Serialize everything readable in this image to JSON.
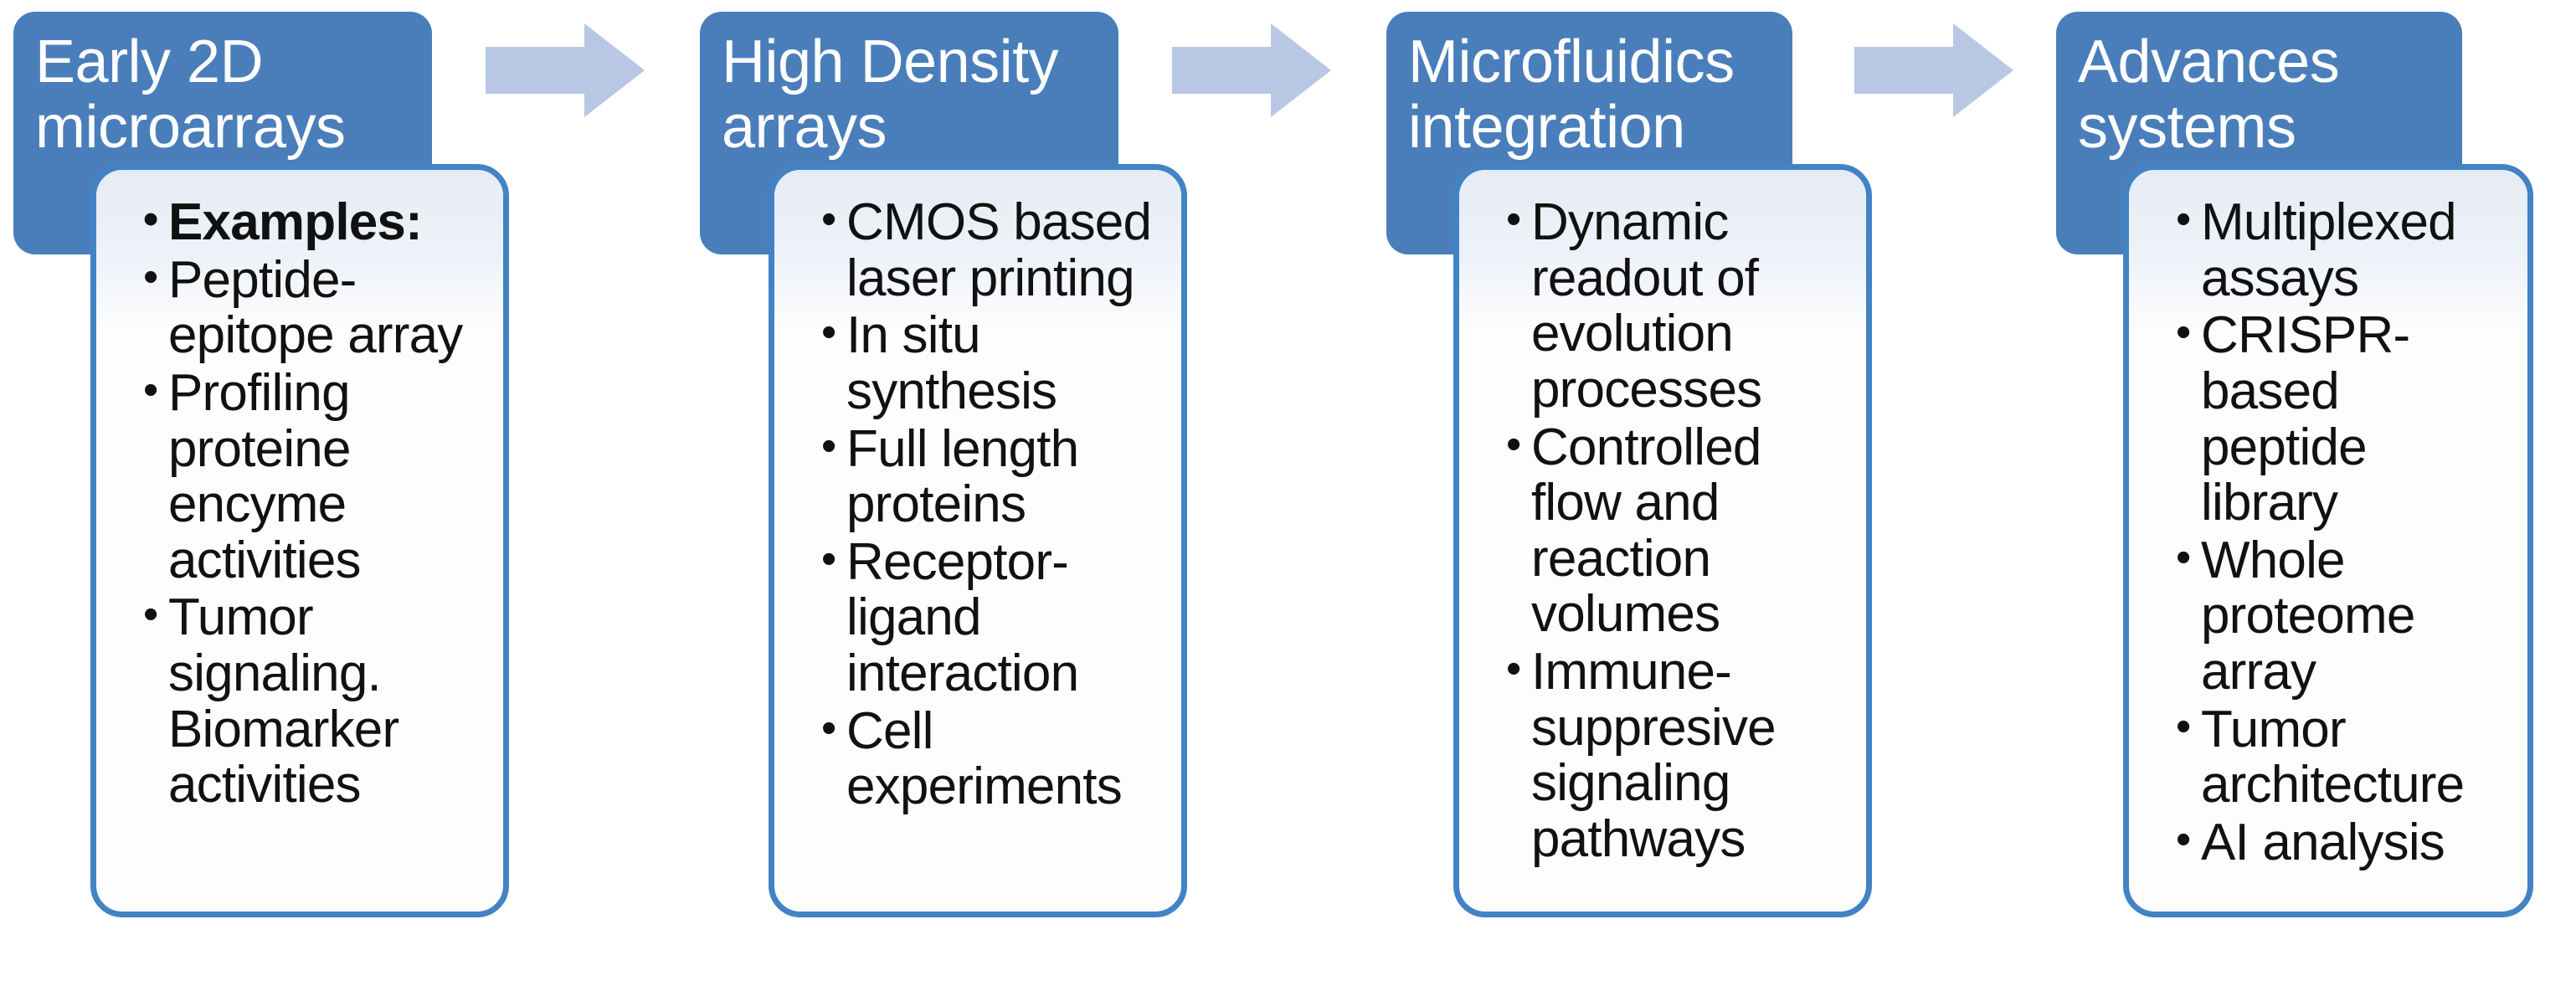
{
  "diagram": {
    "type": "process-flow",
    "orientation": "left-to-right",
    "stage_count": 4,
    "colors": {
      "header_fill": "#4a7ebb",
      "header_text": "#ffffff",
      "card_fill": "#fdfdfe",
      "card_border": "#4183c4",
      "card_gradient_top": "#e6ecf5",
      "bullet_text": "#111111",
      "arrow_fill": "#b8c8e4",
      "background": "#ffffff"
    },
    "arrows": [
      {
        "name": "arrow-stage-1-to-2",
        "direction": "right"
      },
      {
        "name": "arrow-stage-2-to-3",
        "direction": "right"
      },
      {
        "name": "arrow-stage-3-to-4",
        "direction": "right"
      }
    ],
    "stages": [
      {
        "id": "early-2d-microarrays",
        "header": "Early 2D\nmicroarrays",
        "bullets": [
          {
            "text": "Examples:",
            "bold": true
          },
          {
            "text": "Peptide-epitope array",
            "bold": false
          },
          {
            "text": "Profiling proteine encyme activities",
            "bold": false
          },
          {
            "text": "Tumor signaling. Biomarker activities",
            "bold": false
          }
        ]
      },
      {
        "id": "high-density-arrays",
        "header": "High  Density\narrays",
        "bullets": [
          {
            "text": "CMOS based laser printing",
            "bold": false
          },
          {
            "text": "In situ synthesis",
            "bold": false
          },
          {
            "text": "Full length proteins",
            "bold": false
          },
          {
            "text": "Receptor-ligand interaction",
            "bold": false
          },
          {
            "text": "Cell experiments",
            "bold": false
          }
        ]
      },
      {
        "id": "microfluidics-integration",
        "header": "Microfluidics\nintegration",
        "bullets": [
          {
            "text": "Dynamic readout of evolution processes",
            "bold": false
          },
          {
            "text": "Controlled flow and reaction volumes",
            "bold": false
          },
          {
            "text": "Immune-suppresive signaling pathways",
            "bold": false
          }
        ]
      },
      {
        "id": "advances-systems",
        "header": "Advances\nsystems",
        "bullets": [
          {
            "text": "Multiplexed assays",
            "bold": false
          },
          {
            "text": "CRISPR-based peptide library",
            "bold": false
          },
          {
            "text": "Whole proteome array",
            "bold": false
          },
          {
            "text": "Tumor architecture",
            "bold": false
          },
          {
            "text": "AI analysis",
            "bold": false
          }
        ]
      }
    ]
  }
}
